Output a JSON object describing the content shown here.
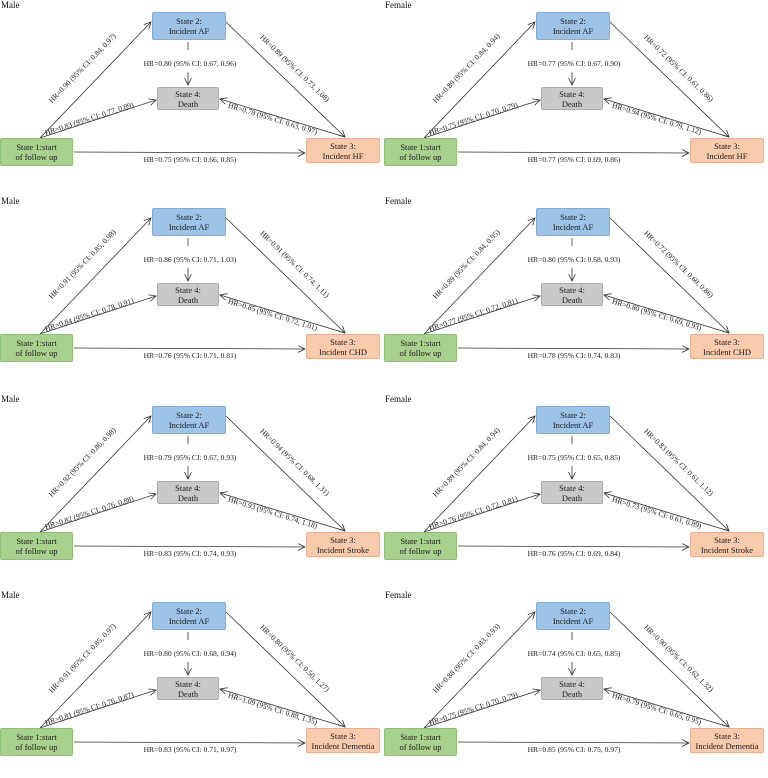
{
  "common": {
    "start_line1": "State 1:start",
    "start_line2": "of follow up",
    "af_line1": "State 2:",
    "af_line2": "Incident AF",
    "death_line1": "State 4:",
    "death_line2": "Death",
    "outcome_prefix": "State 3:"
  },
  "panels": [
    {
      "gender": "Male",
      "outcome": "Incident HF",
      "hr_1_2": "HR=0.90 (95% CI: 0.84, 0.97)",
      "hr_2_3": "HR=0.89 (95% CI: 0.73, 1.08)",
      "hr_2_4": "HR=0.80 (95% CI: 0.67, 0.96)",
      "hr_1_4": "HR=0.83 (95% CI: 0.77, 0.89)",
      "hr_3_4": "HR=0.78 (95% CI: 0.63, 0.97)",
      "hr_1_3": "HR=0.75 (95% CI: 0.66, 0.85)"
    },
    {
      "gender": "Female",
      "outcome": "Incident HF",
      "hr_1_2": "HR=0.89 (95% CI: 0.84, 0.94)",
      "hr_2_3": "HR=0.72 (95% CI: 0.61, 0.86)",
      "hr_2_4": "HR=0.77 (95% CI: 0.67, 0.90)",
      "hr_1_4": "HR=0.75 (95% CI: 0.70, 0.79)",
      "hr_3_4": "HR=0.94 (95% CI: 0.79, 1.12)",
      "hr_1_3": "HR=0.77 (95% CI: 0.69, 0.86)"
    },
    {
      "gender": "Male",
      "outcome": "Incident CHD",
      "hr_1_2": "HR=0.91 (95% CI: 0.85, 0.98)",
      "hr_2_3": "HR=0.91 (95% CI: 0.74, 1.11)",
      "hr_2_4": "HR=0.86 (95% CI: 0.71, 1.03)",
      "hr_1_4": "HR=0.84 (95% CI: 0.78, 0.91)",
      "hr_3_4": "HR=0.85 (95% CI: 0.72, 1.01)",
      "hr_1_3": "HR=0.76 (95% CI: 0.71, 0.81)"
    },
    {
      "gender": "Female",
      "outcome": "Incident CHD",
      "hr_1_2": "HR=0.89 (95% CI: 0.84, 0.95)",
      "hr_2_3": "HR=0.72 (95% CI: 0.60, 0.86)",
      "hr_2_4": "HR=0.80 (95% CI: 0.68, 0.93)",
      "hr_1_4": "HR=0.77 (95% CI: 0.72, 0.81)",
      "hr_3_4": "HR=0.80 (95% CI: 0.69, 0.93)",
      "hr_1_3": "HR=0.78 (95% CI: 0.74, 0.83)"
    },
    {
      "gender": "Male",
      "outcome": "Incident Stroke",
      "hr_1_2": "HR=0.92 (95% CI: 0.86, 0.98)",
      "hr_2_3": "HR=0.94 (95% CI: 0.68, 1.31)",
      "hr_2_4": "HR=0.79 (95% CI: 0.67, 0.93)",
      "hr_1_4": "HR=0.82 (95% CI: 0.76, 0.88)",
      "hr_3_4": "HR=0.93 (95% CI: 0.74, 1.18)",
      "hr_1_3": "HR=0.83 (95% CI: 0.74, 0.93)"
    },
    {
      "gender": "Female",
      "outcome": "Incident Stroke",
      "hr_1_2": "HR=0.89 (95% CI: 0.84, 0.94)",
      "hr_2_3": "HR=0.83 (95% CI: 0.61, 1.12)",
      "hr_2_4": "HR=0.75 (95% CI: 0.65, 0.85)",
      "hr_1_4": "HR=0.76 (95% CI: 0.72, 0.81)",
      "hr_3_4": "HR=0.73 (95% CI: 0.61, 0.89)",
      "hr_1_3": "HR=0.76 (95% CI: 0.69, 0.84)"
    },
    {
      "gender": "Male",
      "outcome": "Incident Dementia",
      "hr_1_2": "HR=0.91 (95% CI: 0.85, 0.97)",
      "hr_2_3": "HR=0.80 (95% CI: 0.50, 1.27)",
      "hr_2_4": "HR=0.80 (95% CI: 0.68, 0.94)",
      "hr_1_4": "HR=0.81 (95% CI: 0.76, 0.87)",
      "hr_3_4": "HR=1.09 (95% CI: 0.88, 1.35)",
      "hr_1_3": "HR=0.83 (95% CI: 0.71, 0.97)"
    },
    {
      "gender": "Female",
      "outcome": "Incident Dementia",
      "hr_1_2": "HR=0.88 (95% CI: 0.83, 0.93)",
      "hr_2_3": "HR=0.90 (95% CI: 0.62, 1.32)",
      "hr_2_4": "HR=0.74 (95% CI: 0.65, 0.85)",
      "hr_1_4": "HR=0.75 (95% CI: 0.70, 0.79)",
      "hr_3_4": "HR=0.79 (95% CI: 0.65, 0.95)",
      "hr_1_3": "HR=0.85 (95% CI: 0.75, 0.97)"
    }
  ]
}
